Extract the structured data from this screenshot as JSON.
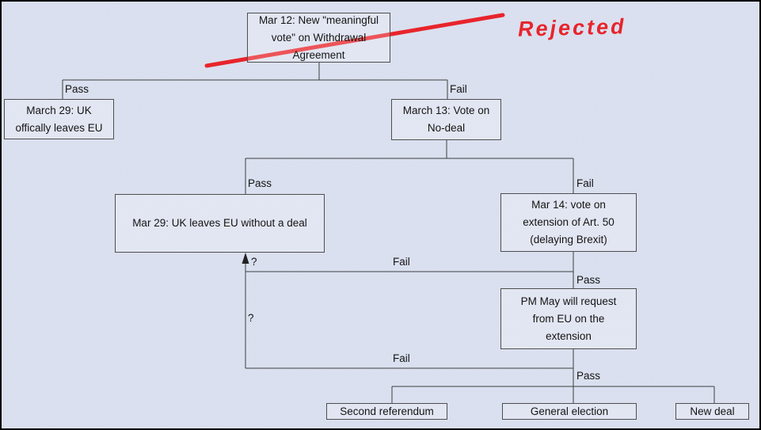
{
  "colors": {
    "background": "#d9dfee",
    "box_border": "#4e4e4e",
    "connector_line": "#3f3f3f",
    "text": "#141414",
    "annotation_red": "#e8242b"
  },
  "nodes": {
    "meaningful_vote": "Mar 12: New \"meaningful\nvote\" on Withdrawal\nAgreement",
    "uk_leaves": "March 29: UK\noffically leaves EU",
    "no_deal_vote": "March 13: Vote on\nNo-deal",
    "no_deal_exit": "Mar 29: UK leaves EU without a deal",
    "art50_extension": "Mar 14: vote on\nextension of Art. 50\n(delaying Brexit)",
    "pm_may_request": "PM May will request\nfrom EU on the\nextension",
    "second_referendum": "Second referendum",
    "general_election": "General election",
    "new_deal": "New deal"
  },
  "edge_labels": {
    "pass_to_leave": "Pass",
    "fail_to_nodeal_vote": "Fail",
    "pass_to_nodeal_exit": "Pass",
    "fail_to_art50": "Fail",
    "question_upper": "?",
    "fail_art50": "Fail",
    "pass_art50": "Pass",
    "question_lower": "?",
    "fail_pm_may": "Fail",
    "pass_pm_may": "Pass"
  },
  "annotation": {
    "rejected": "Rejected"
  }
}
